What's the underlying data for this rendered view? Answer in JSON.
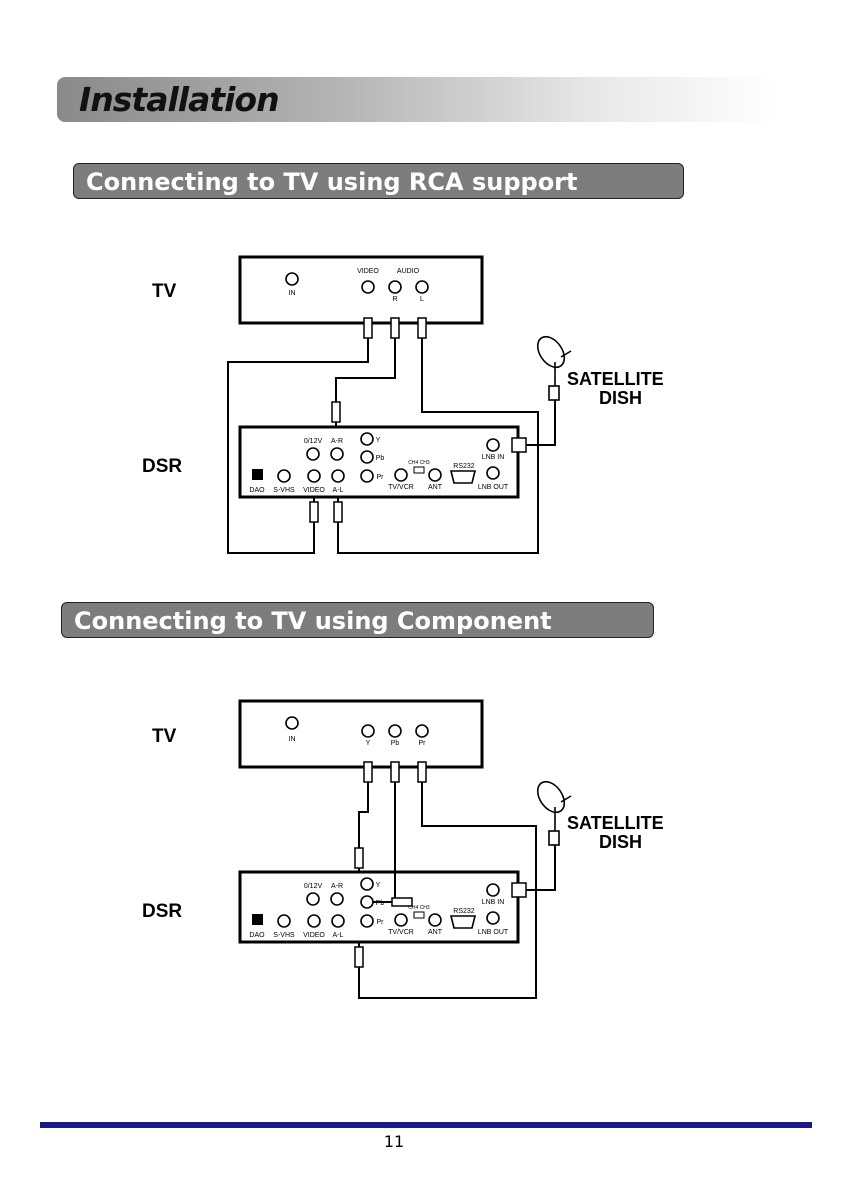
{
  "header": {
    "title": "Installation"
  },
  "sections": [
    {
      "title": "Connecting to TV using RCA support",
      "tv_label": "TV",
      "dsr_label": "DSR",
      "dish_label_1": "SATELLITE",
      "dish_label_2": "DISH",
      "tv_ports": {
        "in": "IN",
        "video": "VIDEO",
        "audio": "AUDIO",
        "r": "R",
        "l": "L"
      }
    },
    {
      "title": "Connecting to TV using Component support",
      "tv_label": "TV",
      "dsr_label": "DSR",
      "dish_label_1": "SATELLITE",
      "dish_label_2": "DISH",
      "tv_ports": {
        "in": "IN",
        "y": "Y",
        "pb": "Pb",
        "pr": "Pr"
      }
    }
  ],
  "dsr_ports": {
    "v12": "0/12V",
    "ar": "A-R",
    "y": "Y",
    "pb": "Pb",
    "pr": "Pr",
    "dao": "DAO",
    "svhs": "S-VHS",
    "video": "VIDEO",
    "al": "A-L",
    "ch": "CH4 CH3",
    "tvvcr": "TV/VCR",
    "ant": "ANT",
    "rs232": "RS232",
    "lnbin": "LNB IN",
    "lnbout": "LNB OUT"
  },
  "footer": {
    "page_number": "11"
  }
}
